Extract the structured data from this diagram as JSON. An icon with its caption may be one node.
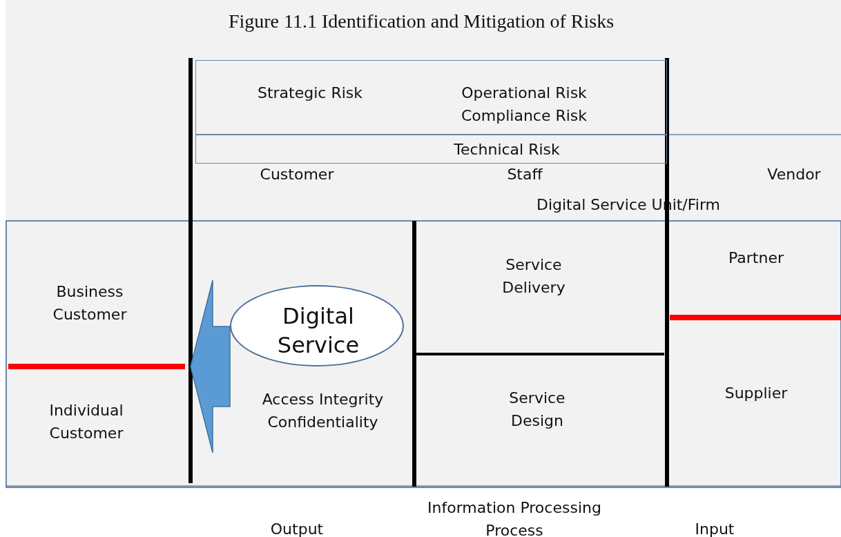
{
  "diagram": {
    "title": "Figure 11.1 Identification and Mitigation of Risks",
    "nodes": [
      {
        "text": [
          "Strategic Risk",
          "Operational Risk Compliance Risk"
        ]
      },
      {
        "text": [
          "Technical Risk"
        ]
      },
      {
        "text": [
          "Business Customer",
          "Individual Customer"
        ]
      },
      {
        "text": [
          "Digital Service"
        ]
      },
      {
        "text": [
          "Service Delivery"
        ]
      },
      {
        "text": [
          "Service Design"
        ]
      },
      {
        "text": [
          "Partner",
          "Supplier"
        ]
      }
    ],
    "edges": [
      {
        "from": 3,
        "to": 2,
        "arrow": "to"
      }
    ],
    "labels": [
      "Customer",
      "Staff",
      "Vendor",
      "Digital Service Unit/Firm",
      "Access Integrity Confidentiality",
      "Information Processing Process",
      "Output",
      "Input"
    ]
  }
}
